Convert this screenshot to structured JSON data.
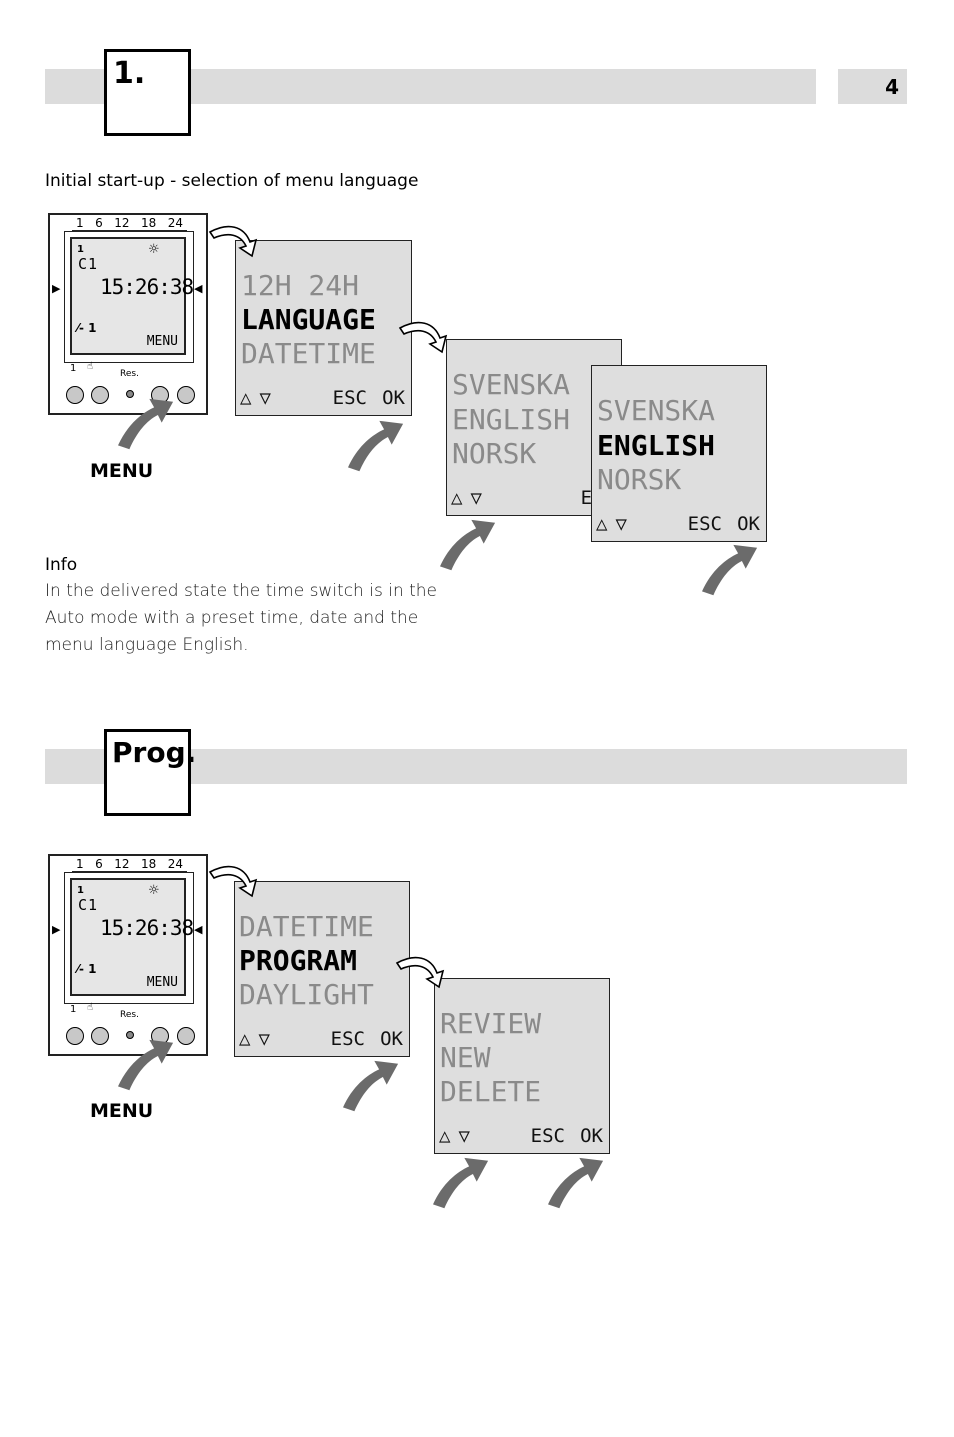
{
  "page_number": "4",
  "section1": {
    "label": "1."
  },
  "section2": {
    "label": "Prog."
  },
  "subtitle": "Initial start-up - selection of menu language",
  "info": {
    "title": "Info",
    "lines": [
      "In the delivered state the time switch is in the",
      "Auto mode with a preset time, date and the",
      "menu language English."
    ]
  },
  "device": {
    "ticks": [
      "1",
      "6",
      "12",
      "18",
      "24"
    ],
    "channel": "1",
    "c1": "C1",
    "time": "15:26:38",
    "output": "1",
    "menu": "MENU",
    "btn_label_1": "1",
    "btn_label_res": "Res."
  },
  "menu_label": "MENU",
  "panels": {
    "p1": {
      "lines": [
        "12H 24H",
        "LANGUAGE",
        "DATETIME"
      ],
      "esc": "ESC",
      "ok": "OK"
    },
    "p2": {
      "lines": [
        "SVENSKA",
        "ENGLISH",
        "NORSK"
      ],
      "esc": "ESC"
    },
    "p3": {
      "lines": [
        "SVENSKA",
        "ENGLISH",
        "NORSK"
      ],
      "esc": "ESC",
      "ok": "OK"
    },
    "p4": {
      "lines": [
        "DATETIME",
        "PROGRAM",
        "DAYLIGHT"
      ],
      "esc": "ESC",
      "ok": "OK"
    },
    "p5": {
      "lines": [
        "REVIEW",
        "NEW",
        "DELETE"
      ],
      "esc": "ESC",
      "ok": "OK"
    }
  },
  "arrow_color": "#6b6b6b"
}
